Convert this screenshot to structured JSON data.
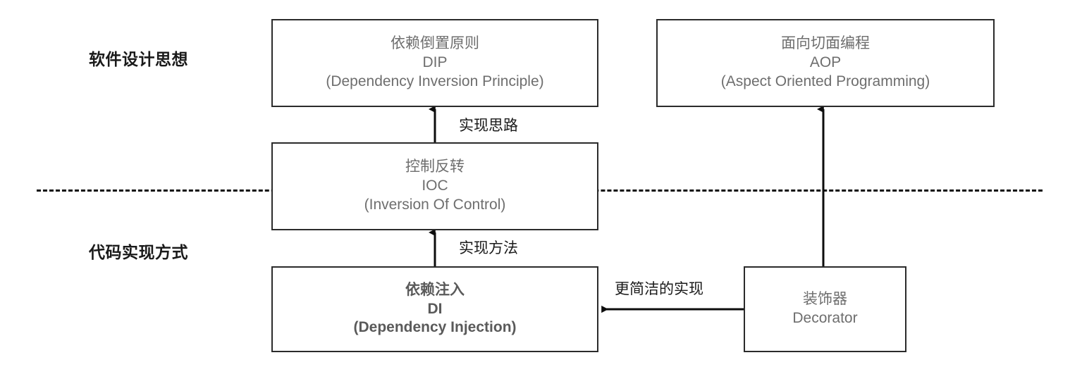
{
  "diagram": {
    "title_layers": [
      {
        "id": "design",
        "label": "软件设计思想"
      },
      {
        "id": "code",
        "label": "代码实现方式"
      }
    ],
    "nodes": [
      {
        "id": "dip",
        "cn": "依赖倒置原则",
        "abbr": "DIP",
        "en": "(Dependency Inversion Principle)",
        "emphasis": false
      },
      {
        "id": "aop",
        "cn": "面向切面编程",
        "abbr": "AOP",
        "en": "(Aspect Oriented Programming)",
        "emphasis": false
      },
      {
        "id": "ioc",
        "cn": "控制反转",
        "abbr": "IOC",
        "en": "(Inversion Of Control)",
        "emphasis": false
      },
      {
        "id": "di",
        "cn": "依赖注入",
        "abbr": "DI",
        "en": "(Dependency Injection)",
        "emphasis": true
      },
      {
        "id": "decorator",
        "cn": "装饰器",
        "abbr": "Decorator",
        "en": "",
        "emphasis": false
      }
    ],
    "edges": [
      {
        "id": "ioc-to-dip",
        "label": "实现思路",
        "from": "ioc",
        "to": "dip",
        "direction": "up"
      },
      {
        "id": "di-to-ioc",
        "label": "实现方法",
        "from": "di",
        "to": "ioc",
        "direction": "up"
      },
      {
        "id": "decorator-to-di",
        "label": "更简洁的实现",
        "from": "decorator",
        "to": "di",
        "direction": "left"
      },
      {
        "id": "decorator-to-aop",
        "label": "",
        "from": "decorator",
        "to": "aop",
        "direction": "up"
      }
    ],
    "colors": {
      "box_border": "#2b2b2b",
      "box_text": "#6e6e6e",
      "emphasis_text": "#5a5a5a",
      "label_text": "#1a1a1a",
      "connector": "#0d0d0d",
      "divider": "#0d0d0d",
      "background": "#ffffff"
    },
    "divider": {
      "style": "dashed"
    }
  }
}
